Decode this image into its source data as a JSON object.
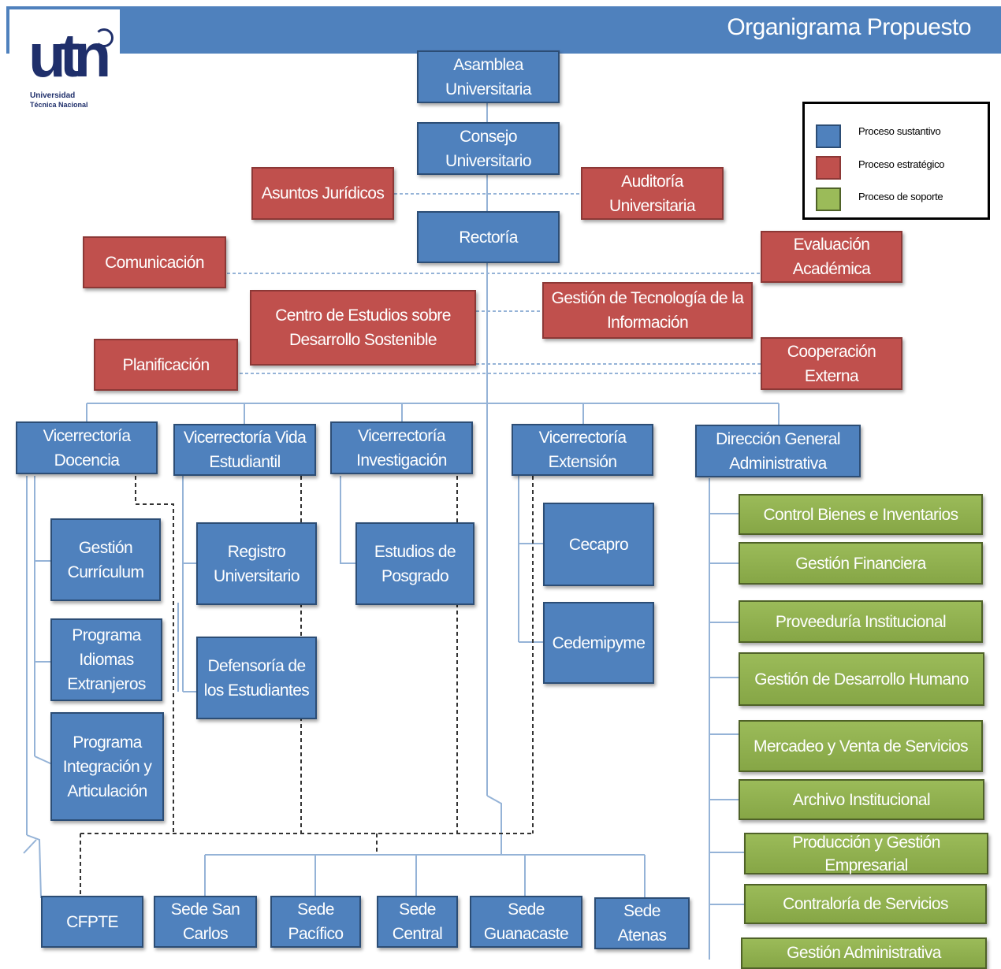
{
  "header": {
    "title": "Organigrama Propuesto"
  },
  "logo": {
    "mark": "utn",
    "line1": "Universidad",
    "line2": "Técnica Nacional"
  },
  "legend": {
    "items": [
      {
        "label": "Proceso sustantivo",
        "color": "#4f81bd"
      },
      {
        "label": "Proceso estratégico",
        "color": "#c0504d"
      },
      {
        "label": "Proceso de soporte",
        "color": "#9bbb59"
      }
    ]
  },
  "nodes": {
    "asamblea": "Asamblea Universitaria",
    "consejo": "Consejo Universitario",
    "asuntos": "Asuntos Jurídicos",
    "auditoria": "Auditoría Universitaria",
    "rectoria": "Rectoría",
    "comunicacion": "Comunicación",
    "evaluacion": "Evaluación Académica",
    "gestion_ti": "Gestión de Tecnología de la Información",
    "centro": "Centro de Estudios sobre Desarrollo Sostenible",
    "planificacion": "Planificación",
    "cooperacion": "Cooperación Externa",
    "vdocencia": "Vicerrectoría Docencia",
    "vvida": "Vicerrectoría Vida Estudiantil",
    "vinvest": "Vicerrectoría Investigación",
    "vext": "Vicerrectoría Extensión",
    "dga": "Dirección General Administrativa",
    "curriculum": "Gestión Currículum",
    "idiomas": "Programa Idiomas Extranjeros",
    "integracion": "Programa Integración y Articulación",
    "registro": "Registro Universitario",
    "defensoria": "Defensoría de los Estudiantes",
    "posgrado": "Estudios de Posgrado",
    "cecapro": "Cecapro",
    "cedemipyme": "Cedemipyme",
    "cfpte": "CFPTE",
    "sede_sc": "Sede San Carlos",
    "sede_pac": "Sede Pacífico",
    "sede_cen": "Sede Central",
    "sede_gua": "Sede Guanacaste",
    "sede_ate": "Sede Atenas",
    "admin": [
      "Control Bienes e Inventarios",
      "Gestión Financiera",
      "Proveeduría Institucional",
      "Gestión de Desarrollo Humano",
      "Mercadeo y Venta de Servicios",
      "Archivo Institucional",
      "Producción y Gestión Empresarial",
      "Contraloría de Servicios",
      "Gestión Administrativa"
    ]
  }
}
